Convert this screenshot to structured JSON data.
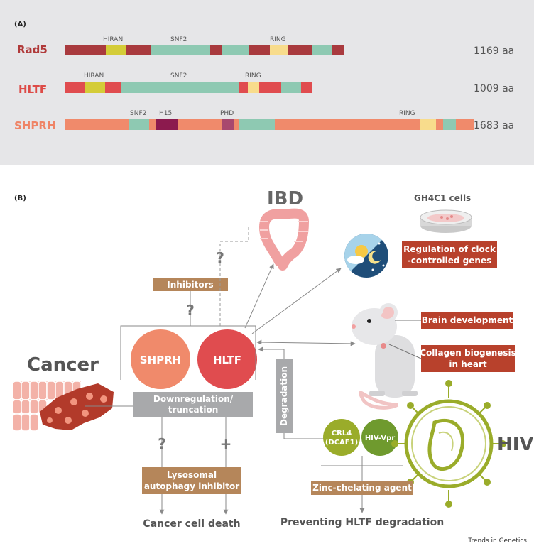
{
  "panel_a": {
    "label": "(A)",
    "proteins": [
      {
        "name": "Rad5",
        "length": "1169 aa",
        "color": "#b03a3a",
        "base": "#a93a3e",
        "domains": [
          {
            "name": "HIRAN",
            "type": "hiran"
          },
          {
            "name": "SNF2",
            "type": "snf2"
          },
          {
            "name": "RING",
            "type": "ring"
          }
        ]
      },
      {
        "name": "HLTF",
        "length": "1009 aa",
        "color": "#dd4b47",
        "base": "#e04c4f",
        "domains": [
          {
            "name": "HIRAN",
            "type": "hiran"
          },
          {
            "name": "SNF2",
            "type": "snf2"
          },
          {
            "name": "RING",
            "type": "ring"
          }
        ]
      },
      {
        "name": "SHPRH",
        "length": "1683 aa",
        "color": "#ef8466",
        "base": "#f08a6b",
        "domains": [
          {
            "name": "SNF2",
            "type": "snf2"
          },
          {
            "name": "H15",
            "type": "h15"
          },
          {
            "name": "PHD",
            "type": "phd"
          },
          {
            "name": "RING",
            "type": "ring"
          }
        ]
      }
    ]
  },
  "panel_b": {
    "label": "(B)",
    "ibd": "IBD",
    "gh4c1": "GH4C1 cells",
    "clock_box": [
      "Regulation of clock",
      "-controlled genes"
    ],
    "brain_box": "Brain development",
    "collagen_box": [
      "Collagen biogenesis",
      "in heart"
    ],
    "cancer": "Cancer",
    "shprh": "SHPRH",
    "hltf": "HLTF",
    "inhibitors": "Inhibitors",
    "downreg": [
      "Downregulation/",
      "truncation"
    ],
    "degradation": "Degradation",
    "crl4": [
      "CRL4",
      "(DCAF1)"
    ],
    "hiv_vpr": "HIV-Vpr",
    "hiv": "HIV",
    "zinc": "Zinc-chelating agent",
    "lysosomal": [
      "Lysosomal",
      "autophagy inhibitor"
    ],
    "cancer_death": "Cancer cell death",
    "preventing": "Preventing HLTF degradation",
    "q": "?",
    "plus": "+"
  },
  "footer": "Trends in Genetics",
  "colors": {
    "hiran": "#d4cc38",
    "snf2": "#8ec9b2",
    "ring": "#f8dc8c",
    "h15": "#8c1a4e",
    "phd": "#a8486e",
    "brown_box": "#b5865a",
    "red_box": "#b8412c",
    "gray_box": "#a8a9ab",
    "crl4": "#9aac2a",
    "hiv_vpr": "#6f9a2e"
  }
}
